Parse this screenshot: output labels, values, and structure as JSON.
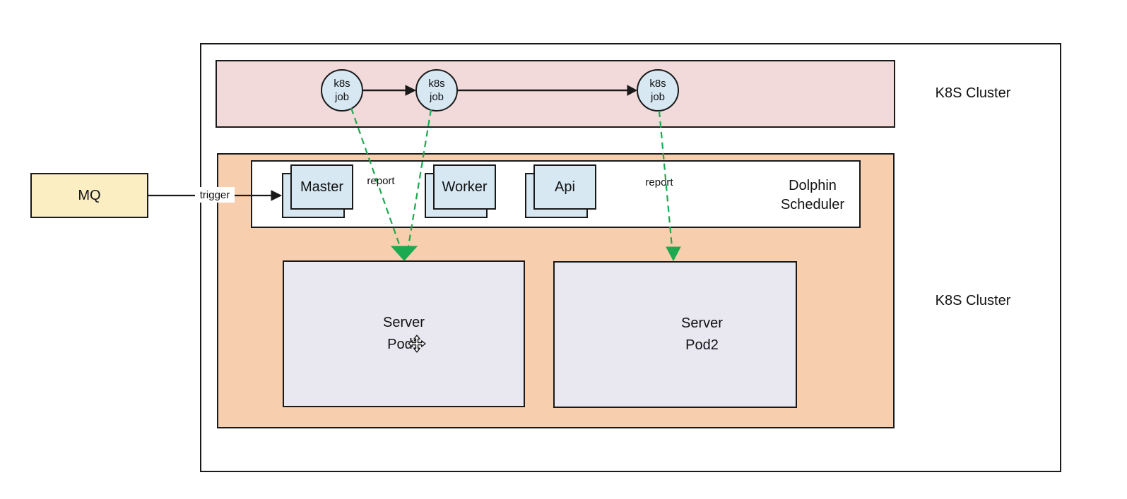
{
  "colors": {
    "band_pink": "#F2DADA",
    "band_orange": "#F8CFAE",
    "node_blue": "#D7E8F3",
    "pod_lavender": "#E9E8F1",
    "mq_yellow": "#FBEEC3",
    "edge_green": "#1CA94F",
    "line_black": "#1A1A1A"
  },
  "labels": {
    "cluster_top": "K8S Cluster",
    "cluster_bottom": "K8S Cluster",
    "trigger": "trigger",
    "report_left": "report",
    "report_right": "report"
  },
  "mq": {
    "label": "MQ"
  },
  "jobs": [
    {
      "line1": "k8s",
      "line2": "job"
    },
    {
      "line1": "k8s",
      "line2": "job"
    },
    {
      "line1": "k8s",
      "line2": "job"
    }
  ],
  "scheduler": {
    "title_line1": "Dolphin",
    "title_line2": "Scheduler",
    "components": [
      {
        "label": "Master"
      },
      {
        "label": "Worker"
      },
      {
        "label": "Api"
      }
    ]
  },
  "pods": [
    {
      "line1": "Server",
      "line2": "Pod1"
    },
    {
      "line1": "Server",
      "line2": "Pod2"
    }
  ],
  "icons": {
    "move_cursor": "four-way-move-cursor"
  }
}
